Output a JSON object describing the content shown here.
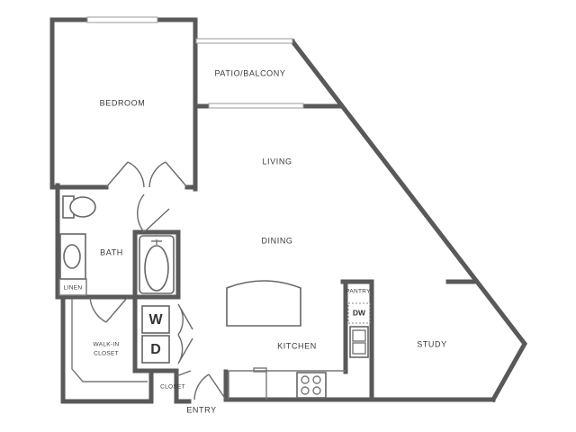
{
  "rooms": {
    "bedroom": "BEDROOM",
    "patio": "PATIO/BALCONY",
    "living": "LIVING",
    "dining": "DINING",
    "bath": "BATH",
    "linen": "LINEN",
    "walkin_line1": "WALK-IN",
    "walkin_line2": "CLOSET",
    "kitchen": "KITCHEN",
    "pantry": "PANTRY",
    "study": "STUDY",
    "closet": "CLOSET",
    "entry": "ENTRY"
  },
  "appliances": {
    "washer": "W",
    "dryer": "D",
    "dishwasher": "DW"
  },
  "colors": {
    "wall": "#595959",
    "fixture": "#666666",
    "text": "#3a3a3a"
  }
}
